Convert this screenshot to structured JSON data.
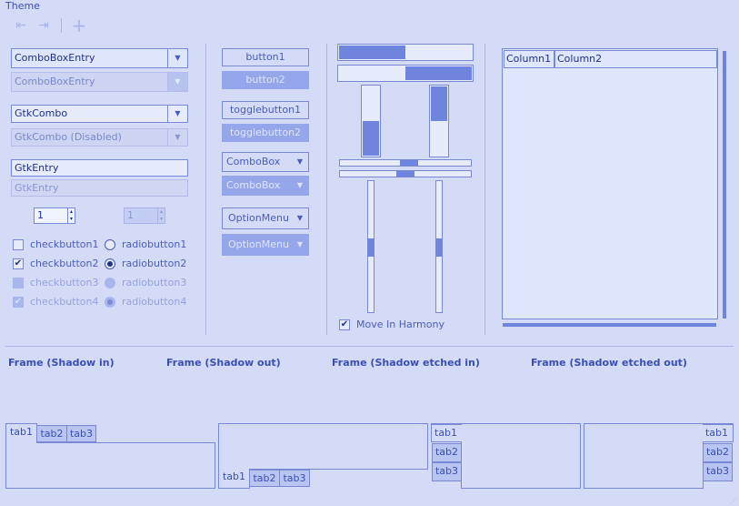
{
  "window": {
    "title": "Theme"
  },
  "toolbar": {
    "icons": [
      "go-first-icon",
      "go-last-icon",
      "add-icon"
    ]
  },
  "left": {
    "combo_entry": "ComboBoxEntry",
    "combo_entry_disabled": "ComboBoxEntry",
    "gtk_combo": "GtkCombo",
    "gtk_combo_disabled": "GtkCombo (Disabled)",
    "entry": "GtkEntry",
    "entry_disabled": "GtkEntry",
    "spin1": "1",
    "spin2": "1",
    "checks": [
      "checkbutton1",
      "checkbutton2",
      "checkbutton3",
      "checkbutton4"
    ],
    "radios": [
      "radiobutton1",
      "radiobutton2",
      "radiobutton3",
      "radiobutton4"
    ]
  },
  "middle": {
    "button1": "button1",
    "button2": "button2",
    "toggle1": "togglebutton1",
    "toggle2": "togglebutton2",
    "combobox1": "ComboBox",
    "combobox2": "ComboBox",
    "optionmenu1": "OptionMenu",
    "optionmenu2": "OptionMenu"
  },
  "ranges": {
    "progress_h1": 0.5,
    "progress_h2": 0.5,
    "progress_v1": 0.5,
    "progress_v2": 0.5,
    "harmony_label": "Move In Harmony"
  },
  "tree": {
    "columns": [
      "Column1",
      "Column2"
    ]
  },
  "frames": [
    "Frame (Shadow in)",
    "Frame (Shadow out)",
    "Frame (Shadow etched in)",
    "Frame (Shadow etched out)"
  ],
  "tabs": [
    "tab1",
    "tab2",
    "tab3"
  ],
  "colors": {
    "background": "#d4dbf7",
    "accent": "#6f84dc",
    "border": "#7888d4",
    "text": "#4a5db8"
  }
}
